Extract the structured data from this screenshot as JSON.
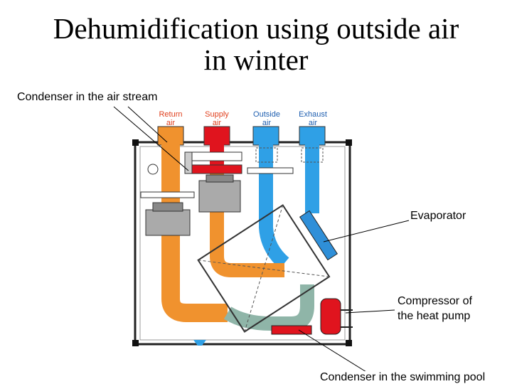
{
  "title": {
    "line1": "Dehumidification using outside air",
    "line2": "in winter"
  },
  "callouts": {
    "condenser_air_stream": "Condenser in the air stream",
    "evaporator": "Evaporator",
    "compressor_line1": "Compressor of",
    "compressor_line2": "the heat pump",
    "condenser_pool": "Condenser in the swimming pool"
  },
  "columns": [
    {
      "line1": "Return",
      "line2": "air",
      "color": "#e0401e"
    },
    {
      "line1": "Supply",
      "line2": "air",
      "color": "#e0401e"
    },
    {
      "line1": "Outside",
      "line2": "air",
      "color": "#1f5fb0"
    },
    {
      "line1": "Exhaust",
      "line2": "air",
      "color": "#1f5fb0"
    }
  ],
  "colors": {
    "warm_air": "#f0922e",
    "supply_red": "#e0141e",
    "cold_air": "#2fa0e6",
    "mixed_air": "#8fb5a8",
    "evaporator": "#2f8fd8",
    "compressor": "#e0141e",
    "frame": "#222222"
  }
}
